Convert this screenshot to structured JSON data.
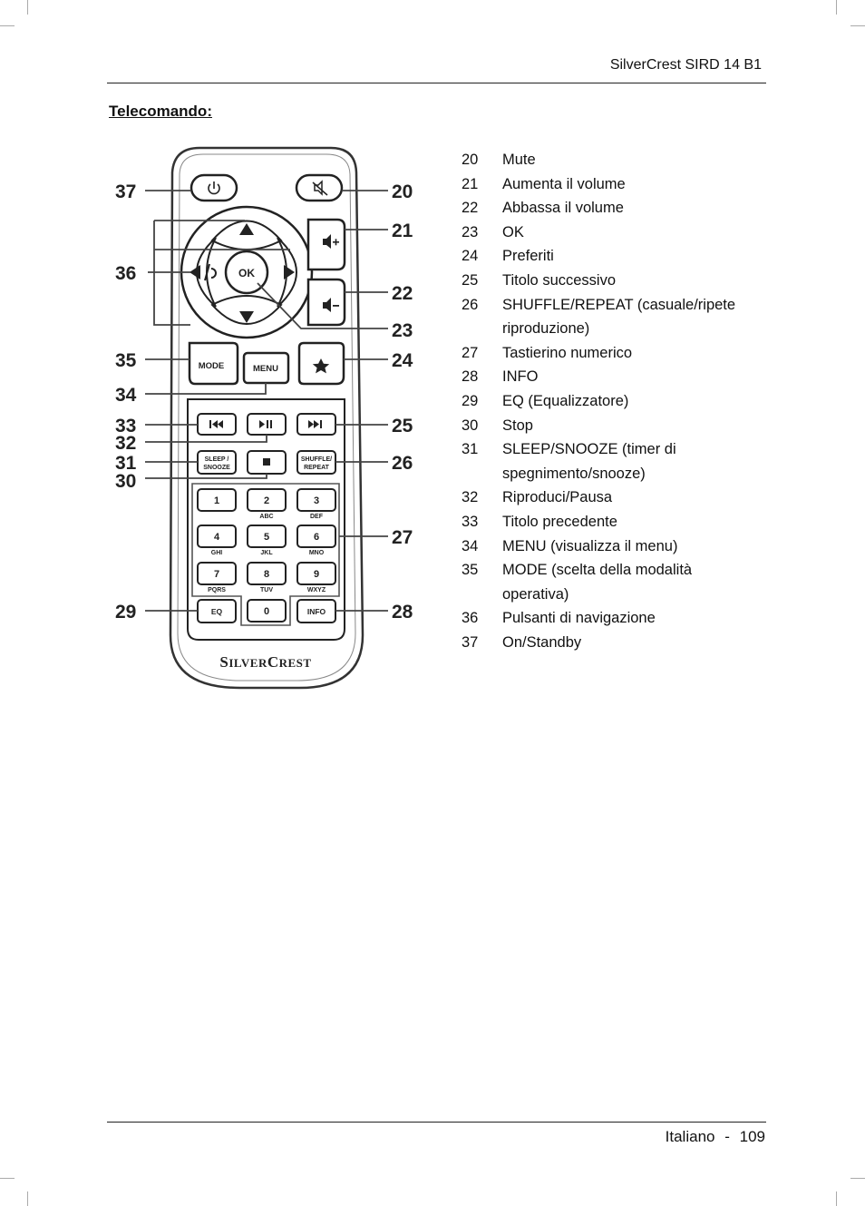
{
  "header": {
    "title": "SilverCrest SIRD 14 B1"
  },
  "section": {
    "title": "Telecomando:"
  },
  "legend": [
    {
      "num": "20",
      "text": "Mute"
    },
    {
      "num": "21",
      "text": "Aumenta il volume"
    },
    {
      "num": "22",
      "text": "Abbassa il volume"
    },
    {
      "num": "23",
      "text": "OK"
    },
    {
      "num": "24",
      "text": "Preferiti"
    },
    {
      "num": "25",
      "text": "Titolo successivo"
    },
    {
      "num": "26",
      "text": "SHUFFLE/REPEAT (casuale/ripete riproduzione)"
    },
    {
      "num": "27",
      "text": "Tastierino numerico"
    },
    {
      "num": "28",
      "text": "INFO"
    },
    {
      "num": "29",
      "text": "EQ (Equalizzatore)"
    },
    {
      "num": "30",
      "text": "Stop"
    },
    {
      "num": "31",
      "text": "SLEEP/SNOOZE (timer di spegnimento/snooze)"
    },
    {
      "num": "32",
      "text": "Riproduci/Pausa"
    },
    {
      "num": "33",
      "text": "Titolo precedente"
    },
    {
      "num": "34",
      "text": "MENU (visualizza il menu)"
    },
    {
      "num": "35",
      "text": "MODE (scelta della modalità operativa)"
    },
    {
      "num": "36",
      "text": "Pulsanti di navigazione"
    },
    {
      "num": "37",
      "text": "On/Standby"
    }
  ],
  "remote": {
    "callouts": {
      "c20": "20",
      "c21": "21",
      "c22": "22",
      "c23": "23",
      "c24": "24",
      "c25": "25",
      "c26": "26",
      "c27": "27",
      "c28": "28",
      "c29": "29",
      "c30": "30",
      "c31": "31",
      "c32": "32",
      "c33": "33",
      "c34": "34",
      "c35": "35",
      "c36": "36",
      "c37": "37"
    },
    "buttons": {
      "ok": "OK",
      "mode": "MODE",
      "menu": "MENU",
      "sleep_1": "SLEEP /",
      "sleep_2": "SNOOZE",
      "shuffle_1": "SHUFFLE/",
      "shuffle_2": "REPEAT",
      "eq": "EQ",
      "info": "INFO"
    },
    "keypad": [
      {
        "digit": "1",
        "letters": ""
      },
      {
        "digit": "2",
        "letters": "ABC"
      },
      {
        "digit": "3",
        "letters": "DEF"
      },
      {
        "digit": "4",
        "letters": "GHI"
      },
      {
        "digit": "5",
        "letters": "JKL"
      },
      {
        "digit": "6",
        "letters": "MNO"
      },
      {
        "digit": "7",
        "letters": "PQRS"
      },
      {
        "digit": "8",
        "letters": "TUV"
      },
      {
        "digit": "9",
        "letters": "WXYZ"
      },
      {
        "digit": "0",
        "letters": ""
      }
    ],
    "brand_logo": "SilverCrest"
  },
  "footer": {
    "language": "Italiano",
    "separator": "-",
    "page": "109"
  }
}
